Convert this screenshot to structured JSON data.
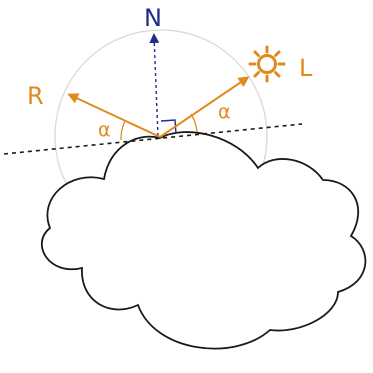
{
  "labels": {
    "normal": "N",
    "light": "L",
    "reflected": "R",
    "angle_left": "α",
    "angle_right": "α"
  },
  "colors": {
    "normal_label": "#1f2d8a",
    "normal_arrow": "#1f2d8a",
    "light_label": "#e08a1e",
    "light_arrow": "#e08a1e",
    "reflected_label": "#e08a1e",
    "reflected_arrow": "#e08a1e",
    "angle_label": "#e08a1e",
    "right_angle_marker": "#1f2d8a",
    "cloud_outline": "#1a1a1a",
    "tangent_line": "#1a1a1a",
    "guide_circle": "#d9d9d9"
  },
  "icons": {
    "light_source": "sun-icon"
  }
}
